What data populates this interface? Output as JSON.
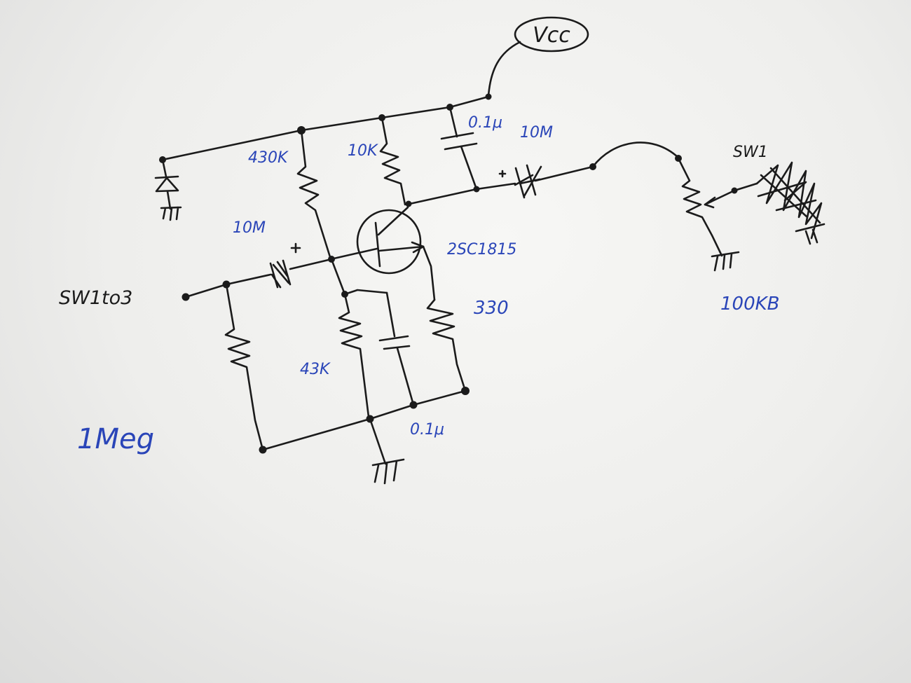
{
  "labels": {
    "vcc": "Vcc",
    "r_top_bias": "430K",
    "r_collector": "10K",
    "c_bypass_top": "0.1μ",
    "c_output": "10M",
    "transistor": "2SC1815",
    "c_input": "10M",
    "input_name": "SW1to3",
    "r_emitter": "330",
    "r_bottom_bias": "43K",
    "r_input": "1Meg",
    "c_emitter": "0.1μ",
    "switch_name": "SW1",
    "pot_value": "100KB"
  },
  "colors": {
    "ink": "#1b1b1b",
    "label_ink": "#2a45b8",
    "paper": "#f4f4f2"
  }
}
